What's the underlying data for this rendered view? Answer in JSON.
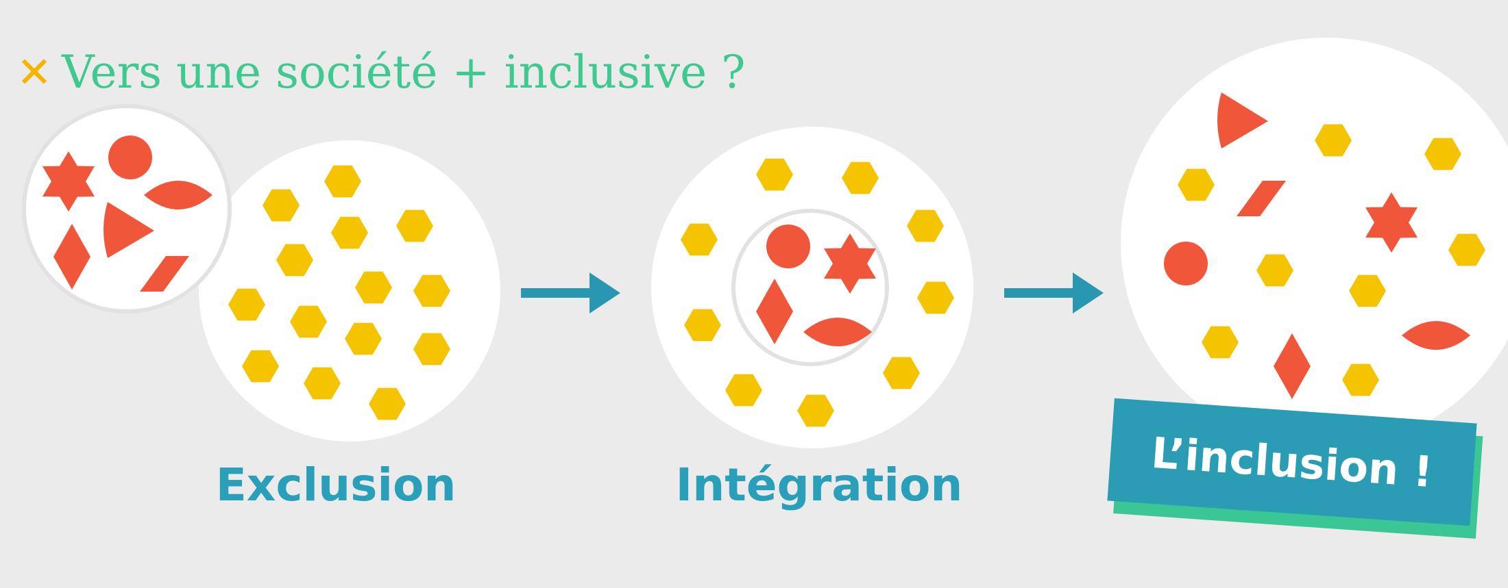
{
  "header": {
    "title": "Vers une société + inclusive ?",
    "marker_icon": "cross-icon"
  },
  "stages": [
    {
      "label": "Exclusion"
    },
    {
      "label": "Intégration"
    },
    {
      "label": "L’inclusion !"
    }
  ],
  "colors": {
    "background": "#ebebeb",
    "title": "#3dc98f",
    "marker": "#f5b400",
    "circle": "#ffffff",
    "hexagon": "#f5c400",
    "shape": "#f0573a",
    "arrow": "#2a97b0",
    "label": "#2a9fb9",
    "badge": "#2a9db5",
    "badge_shadow": "#3bc795"
  }
}
